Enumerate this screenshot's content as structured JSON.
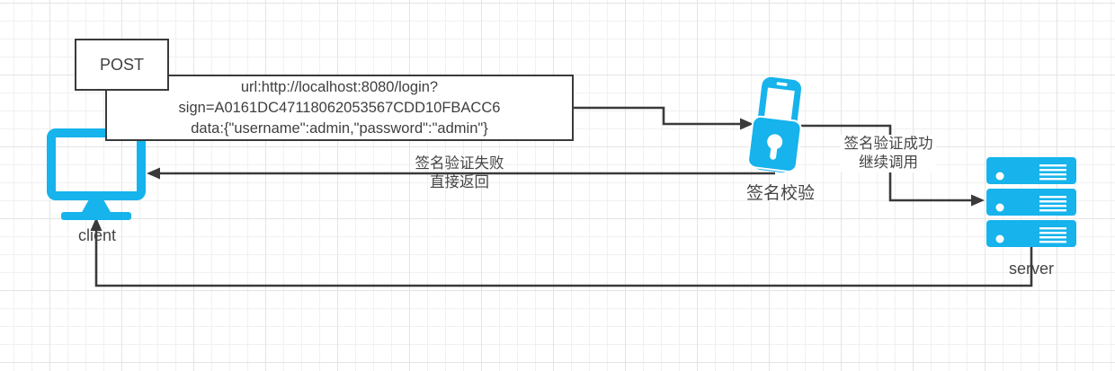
{
  "diagram": {
    "post_box": {
      "label": "POST"
    },
    "request_box": {
      "line1": "url:http://localhost:8080/login?",
      "line2": "sign=A0161DC47118062053567CDD10FBACC6",
      "line3": "data:{\"username\":admin,\"password\":\"admin\"}"
    },
    "client": {
      "label": "client",
      "icon": "monitor-icon"
    },
    "gateway": {
      "label": "签名校验",
      "icon": "phone-lock-icon"
    },
    "server": {
      "label": "server",
      "icon": "server-stack-icon"
    },
    "fail_note": {
      "line1": "签名验证失败",
      "line2": "直接返回"
    },
    "success_note": {
      "line1": "签名验证成功",
      "line2": "继续调用"
    }
  },
  "colors": {
    "accent_cyan": "#16b3ec",
    "connector": "#3a3a3a",
    "box_border": "#3a3a3a",
    "box_fill": "#ffffff",
    "text": "#454545"
  }
}
